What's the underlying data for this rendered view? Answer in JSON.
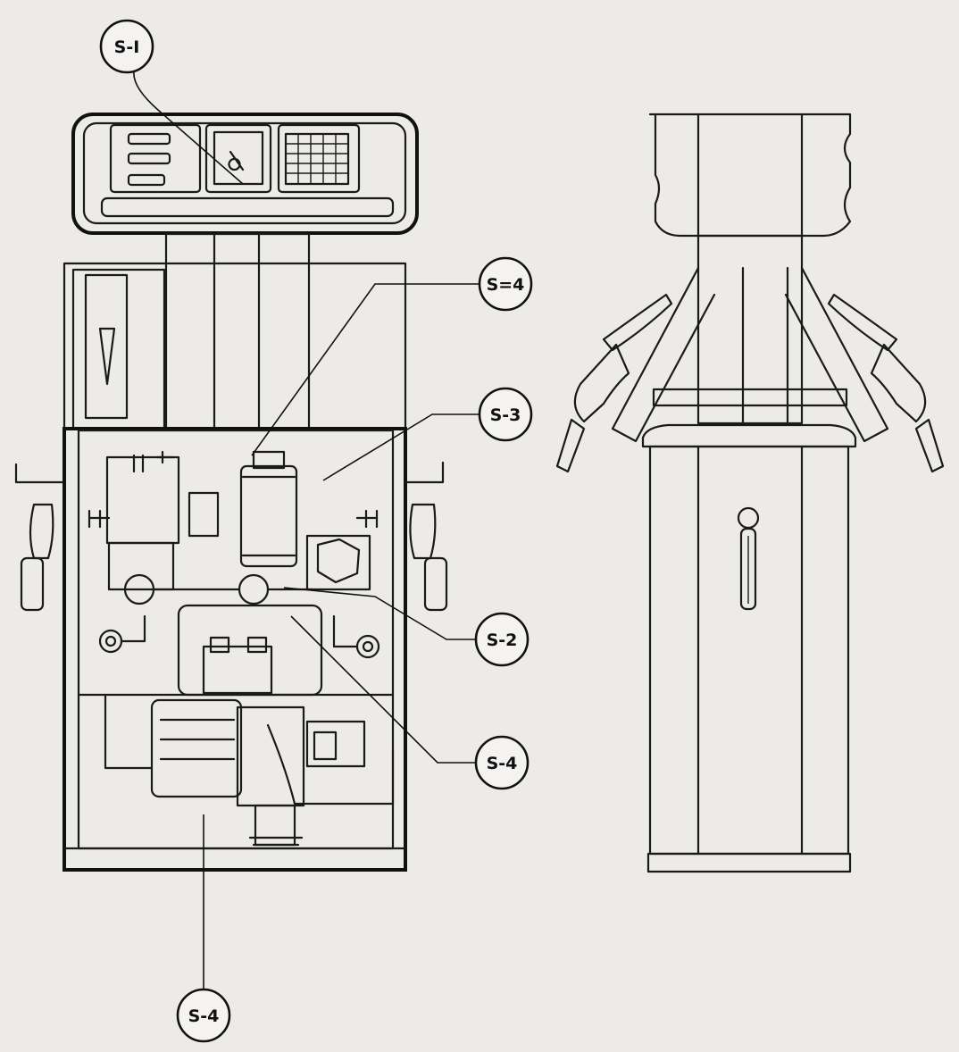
{
  "callouts": [
    {
      "id": "s1",
      "label": "S-I"
    },
    {
      "id": "s4a",
      "label": "S=4"
    },
    {
      "id": "s3",
      "label": "S-3"
    },
    {
      "id": "s2",
      "label": "S-2"
    },
    {
      "id": "s4b",
      "label": "S-4"
    },
    {
      "id": "s4c",
      "label": "S-4"
    }
  ]
}
